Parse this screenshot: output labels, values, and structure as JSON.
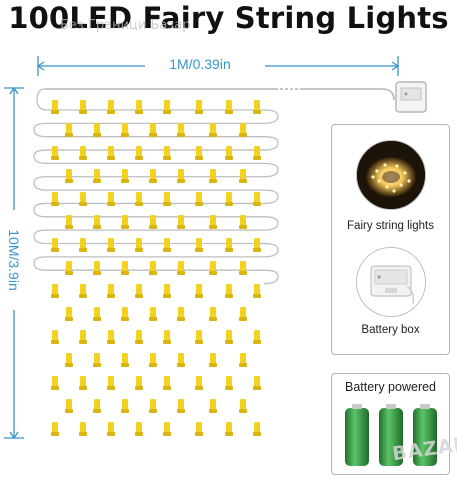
{
  "title": "100LED Fairy String Lights",
  "watermark": "Без Граници Базар",
  "dimensions": {
    "width_label": "1M/0.39in",
    "height_label": "10M/3.9in"
  },
  "panels": {
    "fairy_caption": "Fairy string lights",
    "box_caption": "Battery box",
    "powered_caption": "Battery powered"
  },
  "logo": "BAZAR",
  "colors": {
    "led": "#f2d21f",
    "led_dark": "#d9b60f",
    "wire": "#bfbfbf",
    "dimension": "#3a95cc",
    "battery": "#2e9c3a"
  },
  "icons": [
    "led-bulb-icon",
    "battery-box-icon",
    "battery-icon"
  ]
}
